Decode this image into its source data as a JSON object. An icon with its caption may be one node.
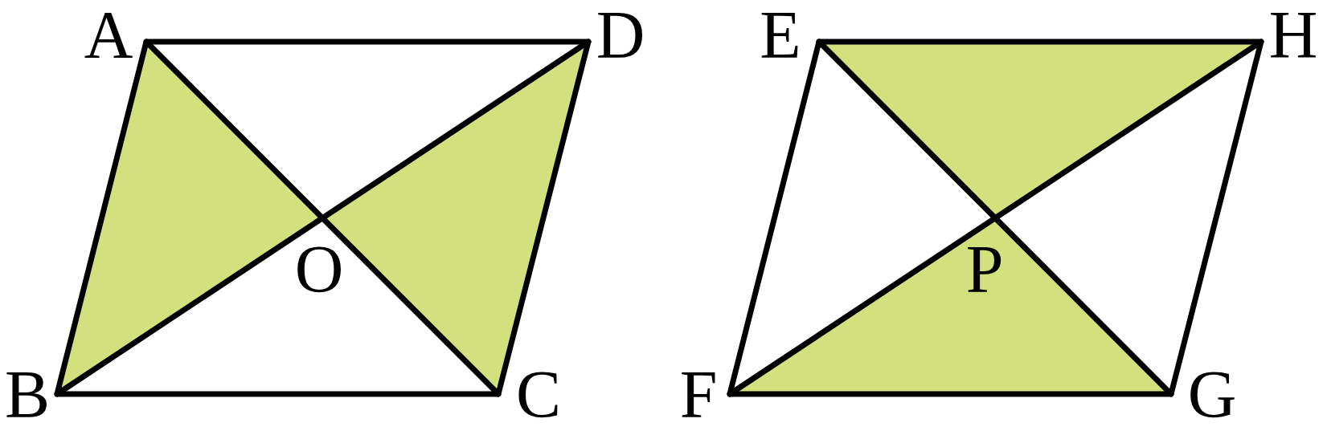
{
  "diagram": {
    "labels": [
      "A",
      "D",
      "E",
      "H",
      "O",
      "P",
      "B",
      "C",
      "F",
      "G"
    ]
  }
}
